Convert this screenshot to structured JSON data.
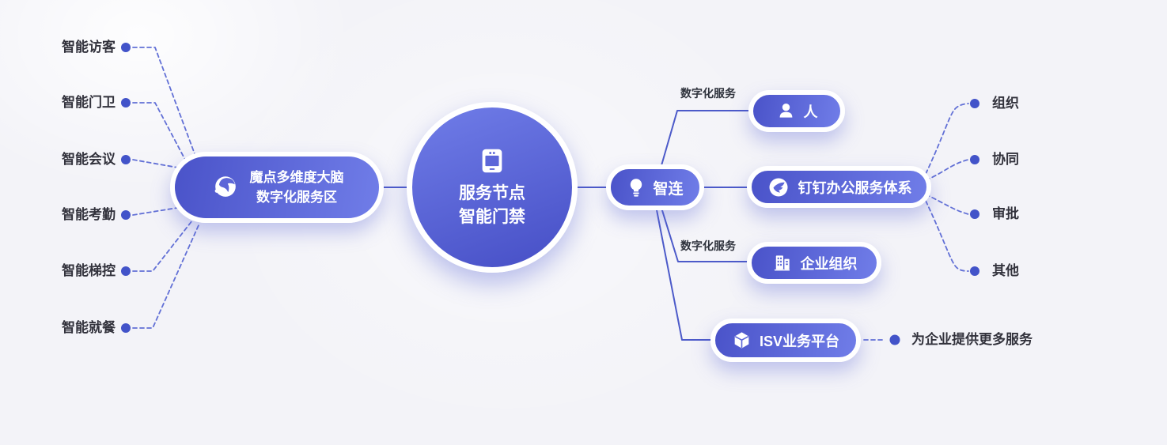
{
  "colors": {
    "background": "#f3f3f8",
    "node_gradient_start": "#4a53c9",
    "node_gradient_end": "#707de8",
    "solid_line": "#4c5ac9",
    "dashed_line": "#6270d6",
    "dot": "#4253c9",
    "label_text": "#32323c",
    "node_text": "#ffffff"
  },
  "diagram": {
    "left_items": [
      {
        "label": "智能访客"
      },
      {
        "label": "智能门卫"
      },
      {
        "label": "智能会议"
      },
      {
        "label": "智能考勤"
      },
      {
        "label": "智能梯控"
      },
      {
        "label": "智能就餐"
      }
    ],
    "hub": {
      "line1": "魔点多维度大脑",
      "line2": "数字化服务区",
      "icon": "headset-icon"
    },
    "center": {
      "line1": "服务节点",
      "line2": "智能门禁",
      "icon": "access-terminal-icon"
    },
    "zhilian": {
      "label": "智连",
      "icon": "lightbulb-icon"
    },
    "edge_labels": {
      "top": "数字化服务",
      "bottom": "数字化服务"
    },
    "person": {
      "label": "人",
      "icon": "person-icon"
    },
    "dingtalk": {
      "label": "钉钉办公服务体系",
      "icon": "dingtalk-icon"
    },
    "dingtalk_children": [
      {
        "label": "组织"
      },
      {
        "label": "协同"
      },
      {
        "label": "审批"
      },
      {
        "label": "其他"
      }
    ],
    "org": {
      "label": "企业组织",
      "icon": "building-icon"
    },
    "isv": {
      "label": "ISV业务平台",
      "icon": "cube-icon"
    },
    "isv_note": {
      "label": "为企业提供更多服务"
    }
  }
}
